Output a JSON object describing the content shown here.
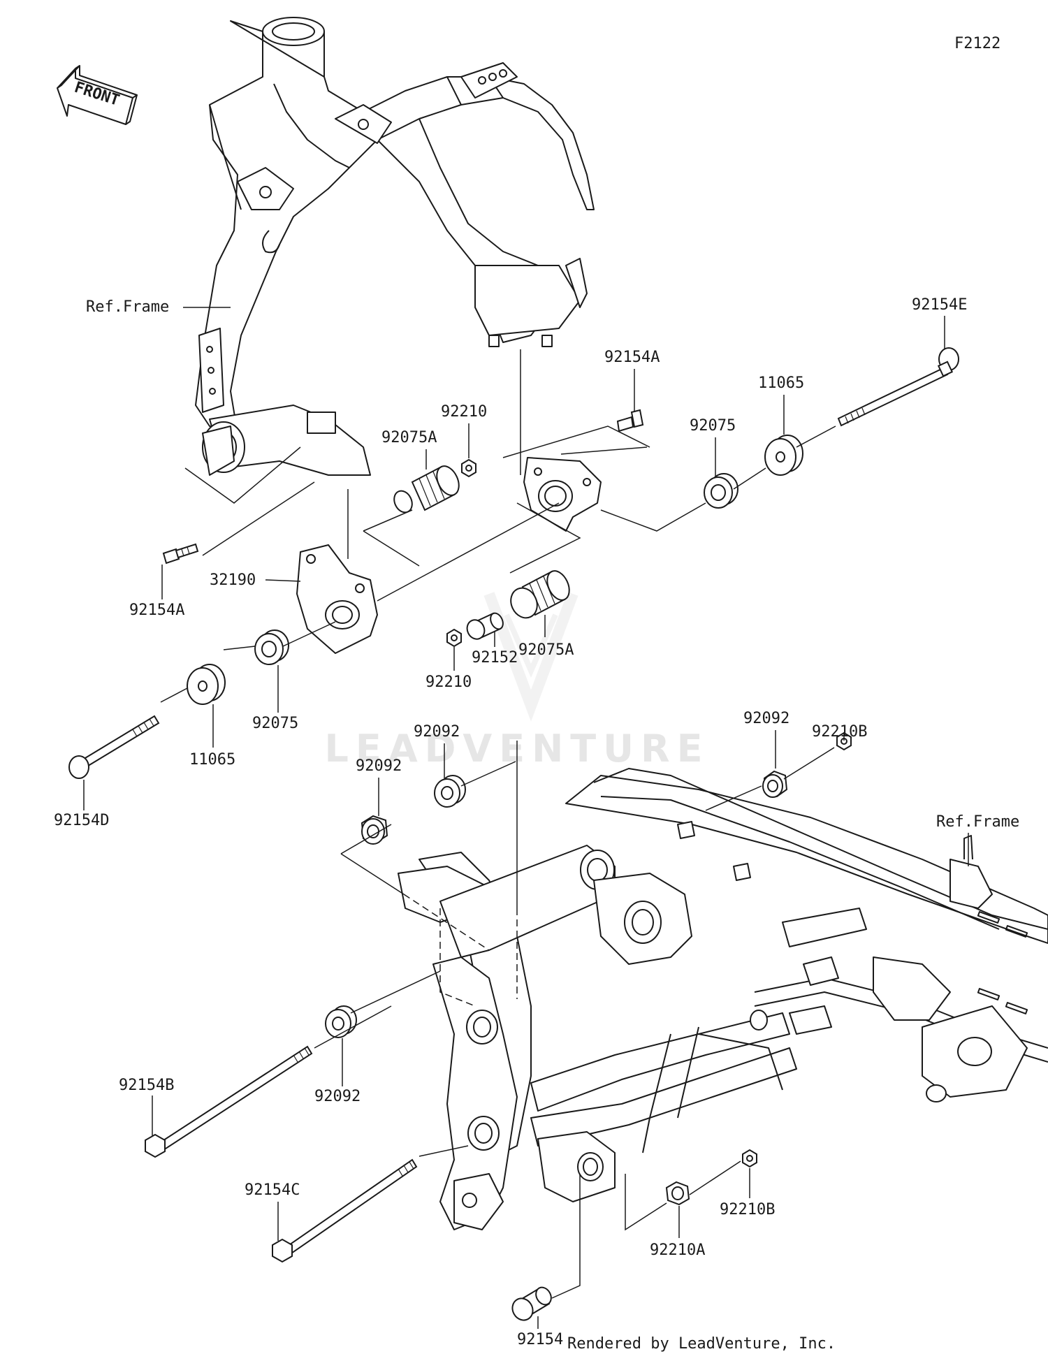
{
  "diagram_id": "F2122",
  "front_label": "FRONT",
  "credit": "Rendered by LeadVenture, Inc.",
  "watermark": "LEADVENTURE",
  "labels": {
    "ref_frame_top": "Ref.Frame",
    "ref_frame_right": "Ref.Frame",
    "p92154E": "92154E",
    "p92154A_top": "92154A",
    "p11065_top": "11065",
    "p92075_top": "92075",
    "p92210_top": "92210",
    "p92075A_top": "92075A",
    "p32190": "32190",
    "p92154A_left": "92154A",
    "p92075A_mid": "92075A",
    "p92152": "92152",
    "p92210_mid": "92210",
    "p92075_left": "92075",
    "p11065_left": "11065",
    "p92154D": "92154D",
    "p92210B_top": "92210B",
    "p92092_right": "92092",
    "p92092_mid": "92092",
    "p92092_left": "92092",
    "p92092_low": "92092",
    "p92154B": "92154B",
    "p92154C": "92154C",
    "p92210B_low": "92210B",
    "p92210A": "92210A",
    "p92154": "92154"
  }
}
